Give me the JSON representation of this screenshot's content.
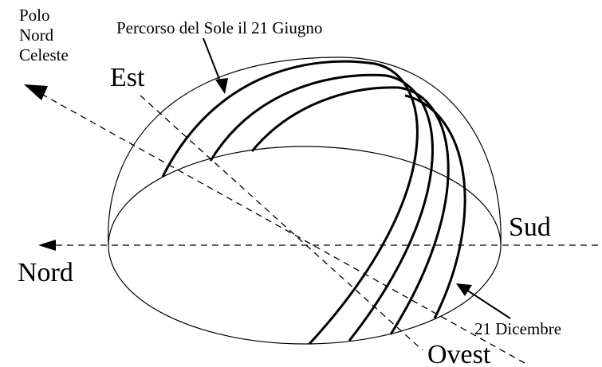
{
  "labels": {
    "pole_line1": "Polo",
    "pole_line2": "Nord",
    "pole_line3": "Celeste",
    "sun_path_june": "Percorso del Sole il 21 Giugno",
    "east": "Est",
    "south": "Sud",
    "north": "Nord",
    "west": "Ovest",
    "december": "21 Dicembre"
  },
  "colors": {
    "ink": "#000000",
    "background": "#ffffff"
  }
}
